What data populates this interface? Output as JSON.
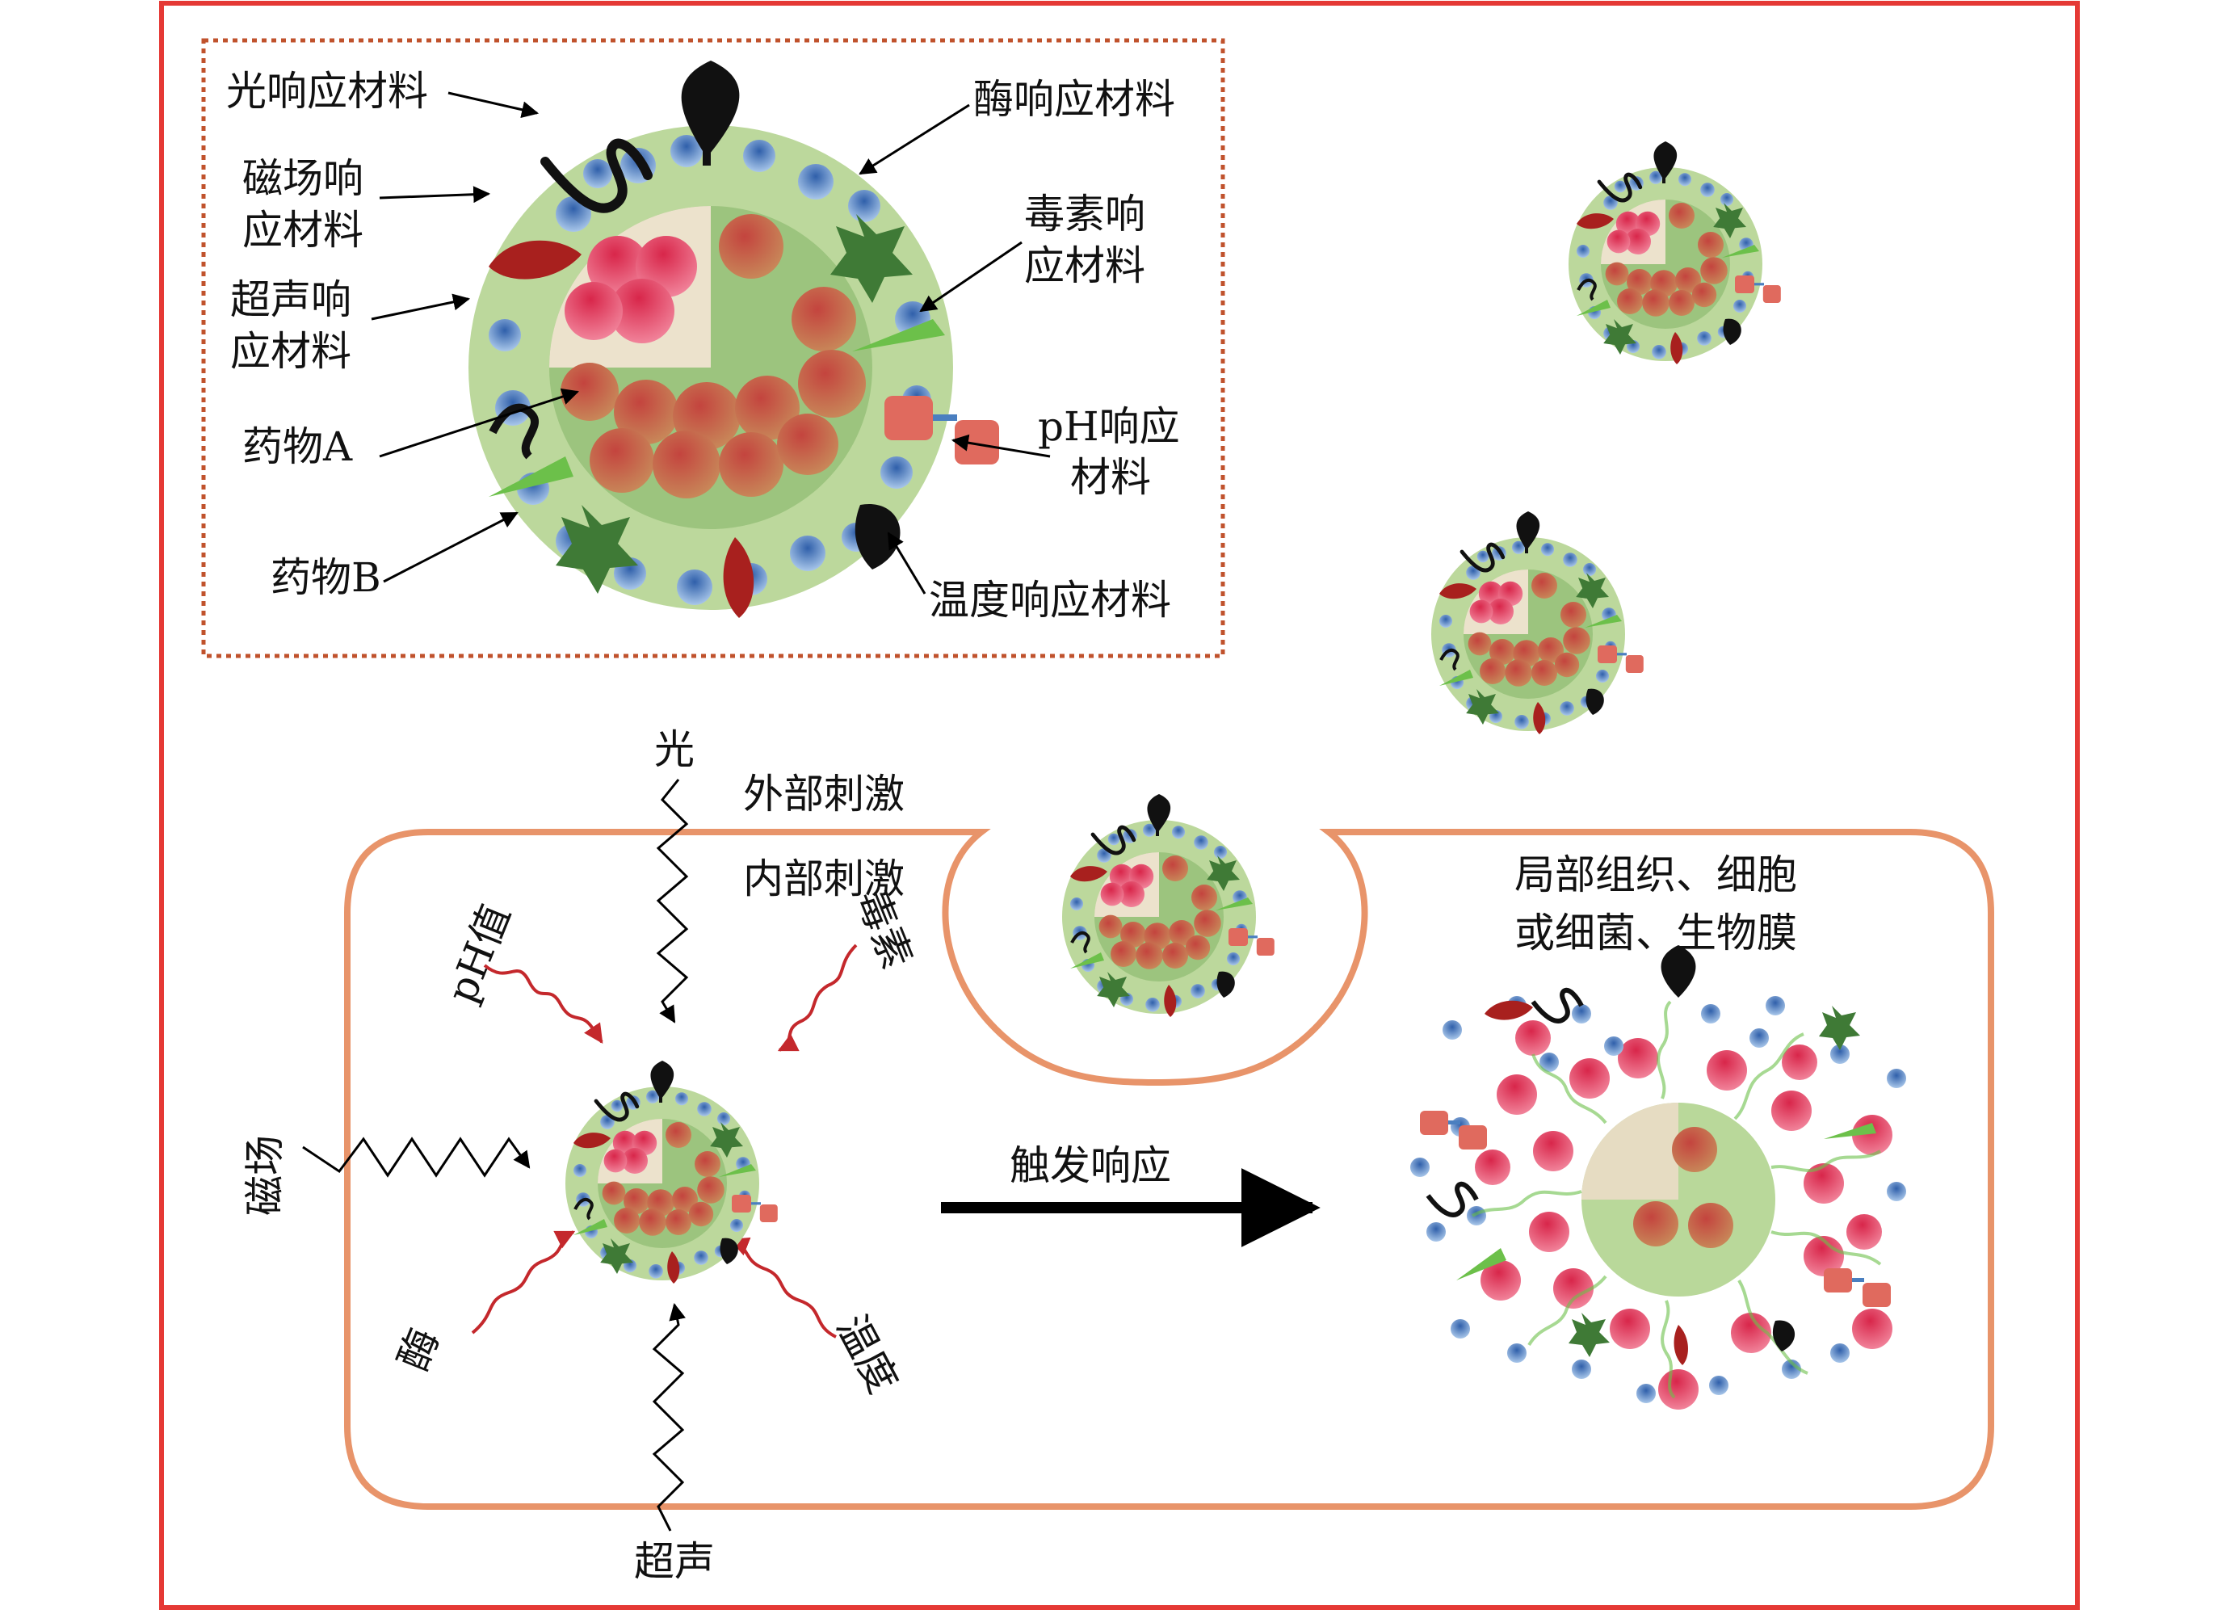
{
  "legend": {
    "light": "光响应材料",
    "enzyme": "酶响应材料",
    "magnetic": [
      "磁场响",
      "应材料"
    ],
    "toxin": [
      "毒素响",
      "应材料"
    ],
    "ultrasound": [
      "超声响",
      "应材料"
    ],
    "drug_a": "药物A",
    "ph": [
      "pH响应",
      "材料"
    ],
    "drug_b": "药物B",
    "temperature": "温度响应材料"
  },
  "stimuli": {
    "light": "光",
    "external": "外部刺激",
    "internal": "内部刺激",
    "ph": "pH值",
    "toxin": "毒素",
    "magnetic": "磁场",
    "enzyme": "酶",
    "temperature": "温度",
    "ultrasound": "超声"
  },
  "trigger": "触发响应",
  "target": [
    "局部组织、细胞",
    "或细菌、生物膜"
  ],
  "colors": {
    "frame": "#e53935",
    "legend_border": "#c0522c",
    "compartment": "#e8946a",
    "shell": "#bcd89c",
    "core": "#9cc47e",
    "drug_a": "#b4463c",
    "drug_a_upper": "#e23a56",
    "drug_b": "#3f6fb4",
    "star": "#3f7a36",
    "cone": "#6cc04a",
    "ph_block": "#e06a5e",
    "arrow": "#000000",
    "wave_red": "#c4282c"
  },
  "icons": [
    "light-hook-icon",
    "enzyme-star-icon",
    "magnetic-leaf-icon",
    "toxin-cone-icon",
    "ultrasound-scribble-icon",
    "ph-block-icon",
    "temperature-drop-icon"
  ]
}
